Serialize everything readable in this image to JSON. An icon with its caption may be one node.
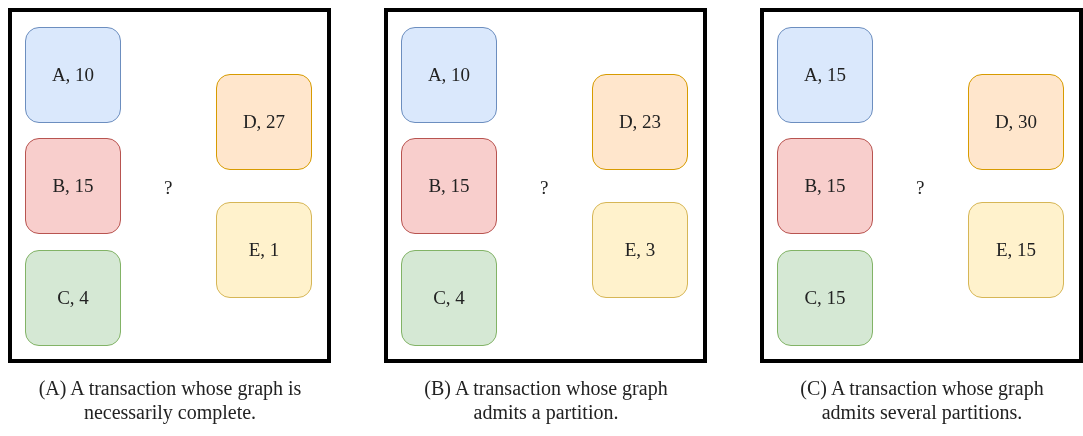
{
  "diagram": {
    "nodes": [
      {
        "text": [],
        "shape": "box",
        "beside": [
          "(A) A transaction whose graph is necessarily complete."
        ]
      },
      {
        "text": [
          "A, 10"
        ],
        "in": 0
      },
      {
        "text": [
          "B, 15"
        ],
        "in": 0
      },
      {
        "text": [
          "C, 4"
        ],
        "in": 0
      },
      {
        "text": [
          "D, 27"
        ],
        "in": 0
      },
      {
        "text": [
          "E, 1"
        ],
        "in": 0
      },
      {
        "text": [],
        "shape": "box",
        "beside": [
          "(B) A transaction whose graph admits a partition."
        ]
      },
      {
        "text": [
          "A, 10"
        ],
        "in": 6
      },
      {
        "text": [
          "B, 15"
        ],
        "in": 6
      },
      {
        "text": [
          "C, 4"
        ],
        "in": 6
      },
      {
        "text": [
          "D, 23"
        ],
        "in": 6
      },
      {
        "text": [
          "E, 3"
        ],
        "in": 6
      },
      {
        "text": [],
        "shape": "box",
        "beside": [
          "(C) A transaction whose graph admits several partitions."
        ]
      },
      {
        "text": [
          "A, 15"
        ],
        "in": 12
      },
      {
        "text": [
          "B, 15"
        ],
        "in": 12
      },
      {
        "text": [
          "C, 15"
        ],
        "in": 12
      },
      {
        "text": [
          "D, 30"
        ],
        "in": 12
      },
      {
        "text": [
          "E, 15"
        ],
        "in": 12
      }
    ],
    "edges": [],
    "labels": [
      "?",
      "?",
      "?"
    ]
  }
}
